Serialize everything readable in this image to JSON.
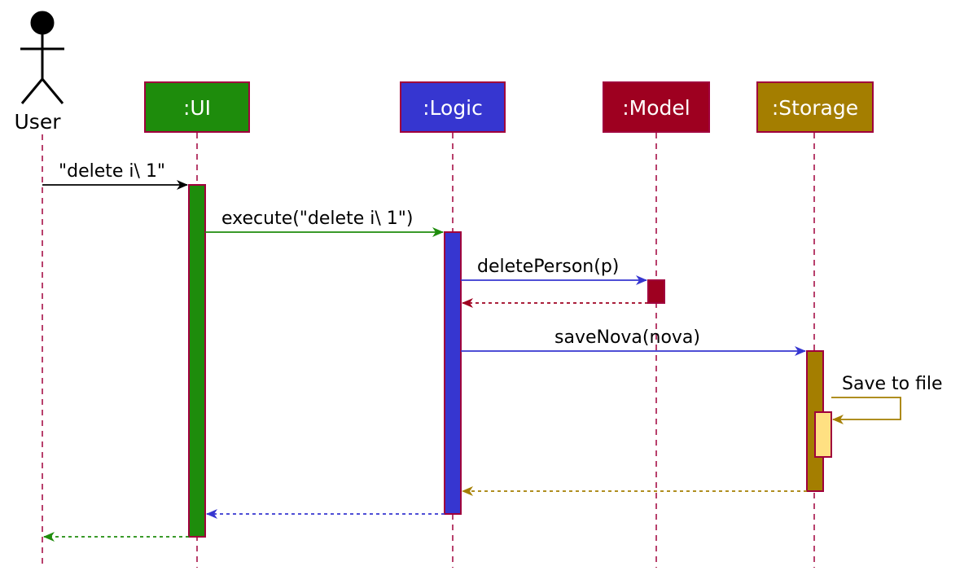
{
  "actor": {
    "label": "User"
  },
  "participants": [
    {
      "id": "ui",
      "label": ":UI",
      "color": "#1e8c0c"
    },
    {
      "id": "logic",
      "label": ":Logic",
      "color": "#3636d0"
    },
    {
      "id": "model",
      "label": ":Model",
      "color": "#9e0020"
    },
    {
      "id": "storage",
      "label": ":Storage",
      "color": "#a47e00"
    }
  ],
  "colors": {
    "lifeline": "#a0003c",
    "box_border": "#a0003c",
    "self_activation": "#ffe082"
  },
  "messages": [
    {
      "label": "\"delete i\\ 1\"",
      "from": "user",
      "to": "ui",
      "type": "call",
      "color": "#000000"
    },
    {
      "label": "execute(\"delete i\\ 1\")",
      "from": "ui",
      "to": "logic",
      "type": "call",
      "color": "#1e8c0c"
    },
    {
      "label": "deletePerson(p)",
      "from": "logic",
      "to": "model",
      "type": "call",
      "color": "#3636d0"
    },
    {
      "label": "",
      "from": "model",
      "to": "logic",
      "type": "return",
      "color": "#9e0020"
    },
    {
      "label": "saveNova(nova)",
      "from": "logic",
      "to": "storage",
      "type": "call",
      "color": "#3636d0"
    },
    {
      "label": "Save to file",
      "from": "storage",
      "to": "storage",
      "type": "self",
      "color": "#a47e00"
    },
    {
      "label": "",
      "from": "storage",
      "to": "logic",
      "type": "return",
      "color": "#a47e00"
    },
    {
      "label": "",
      "from": "logic",
      "to": "ui",
      "type": "return",
      "color": "#3636d0"
    },
    {
      "label": "",
      "from": "ui",
      "to": "user",
      "type": "return",
      "color": "#1e8c0c"
    }
  ]
}
